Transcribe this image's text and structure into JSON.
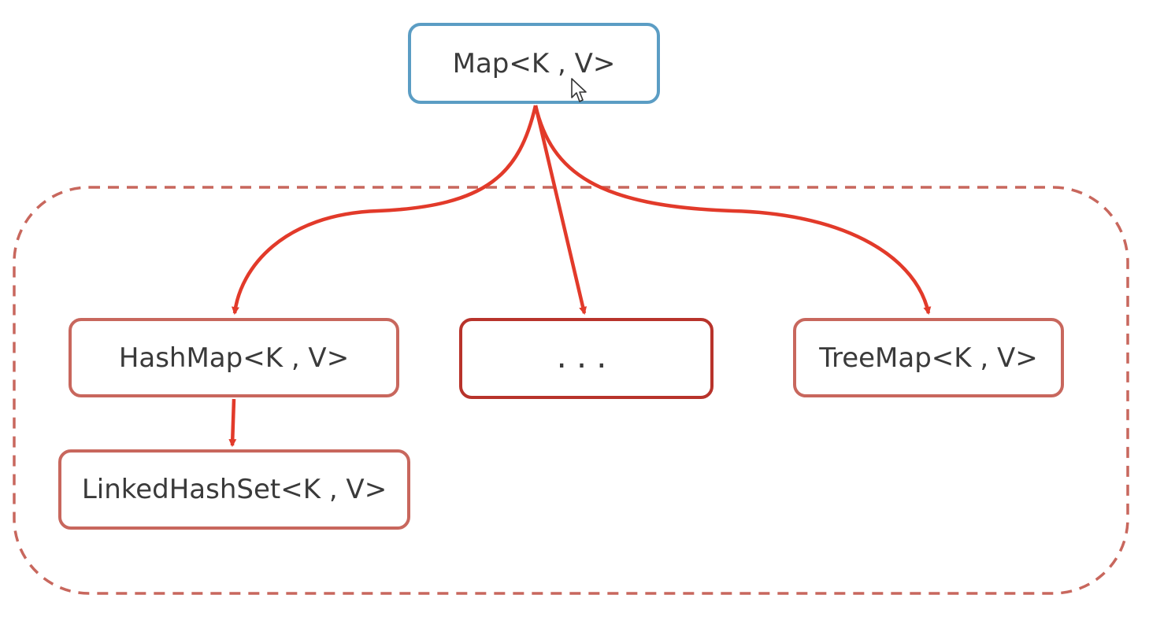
{
  "colors": {
    "root_border": "#5b9dc4",
    "child_border": "#c8675d",
    "ellipsis_border": "#b8332b",
    "arrow": "#e23a2a",
    "group_dash": "#c8675d",
    "text": "#3a3a3a"
  },
  "nodes": {
    "root": {
      "label": "Map<K , V>"
    },
    "hashmap": {
      "label": "HashMap<K , V>"
    },
    "ellipsis": {
      "label": "..."
    },
    "treemap": {
      "label": "TreeMap<K , V>"
    },
    "linked": {
      "label": "LinkedHashSet<K , V>"
    }
  },
  "icons": {
    "cursor": "mouse-pointer-icon"
  }
}
